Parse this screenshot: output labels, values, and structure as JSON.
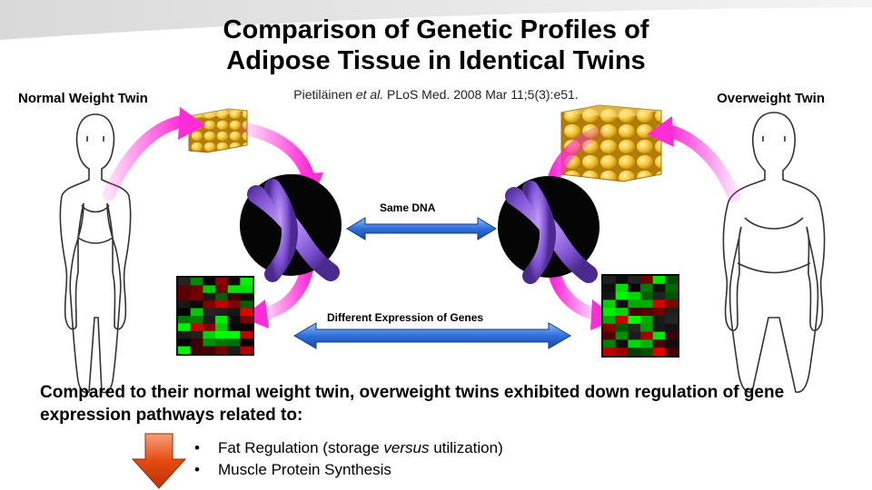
{
  "title_line1": "Comparison of Genetic Profiles of",
  "title_line2": "Adipose Tissue in Identical Twins",
  "citation": {
    "authors": "Pietiläinen",
    "etal": "et al.",
    "ref": "PLoS Med. 2008 Mar 11;5(3):e51."
  },
  "left_label": "Normal Weight Twin",
  "right_label": "Overweight Twin",
  "same_dna_label": "Same DNA",
  "expression_label": "Different Expression of Genes",
  "summary": "Compared to their normal weight twin, overweight twins exhibited down regulation of gene expression pathways related to:",
  "bullets": {
    "item1_a": "Fat Regulation (storage ",
    "item1_b": "versus",
    "item1_c": " utilization)",
    "item2": "Muscle Protein Synthesis"
  },
  "colors": {
    "magenta": "#ff2cd8",
    "arrow_blue": "#3a7fe0",
    "chromosome": "#8a5bd6",
    "fat": "#f5c842",
    "down_arrow": "#e64a0f"
  }
}
